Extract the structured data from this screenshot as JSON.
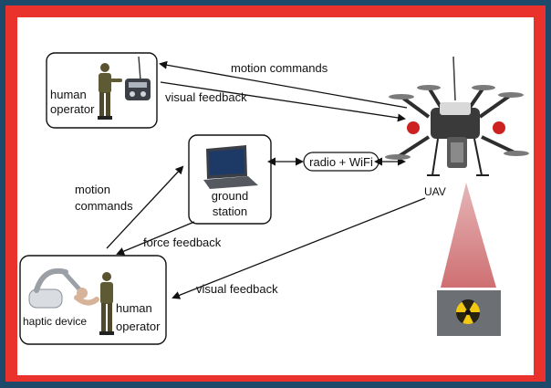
{
  "colors": {
    "border": "#e8322b",
    "background_outer": "#1d4a6b",
    "panel": "#ffffff",
    "beam": "#d98a8c",
    "ink": "#111111"
  },
  "labels": {
    "top_operator": [
      "human",
      "operator"
    ],
    "motion_commands_top": "motion commands",
    "visual_feedback_top": "visual feedback",
    "ground_station": [
      "ground",
      "station"
    ],
    "radio_wifi": "radio + WiFi",
    "motion_commands_left": [
      "motion",
      "commands"
    ],
    "force_feedback": "force feedback",
    "uav": "UAV",
    "visual_feedback_bottom": "visual feedback",
    "haptic_device": "haptic device",
    "bottom_operator": [
      "human",
      "operator"
    ]
  },
  "icons": [
    "human-figure-icon",
    "rc-transmitter-icon",
    "laptop-icon",
    "drone-icon",
    "haptic-device-icon",
    "radiation-sign-icon"
  ]
}
